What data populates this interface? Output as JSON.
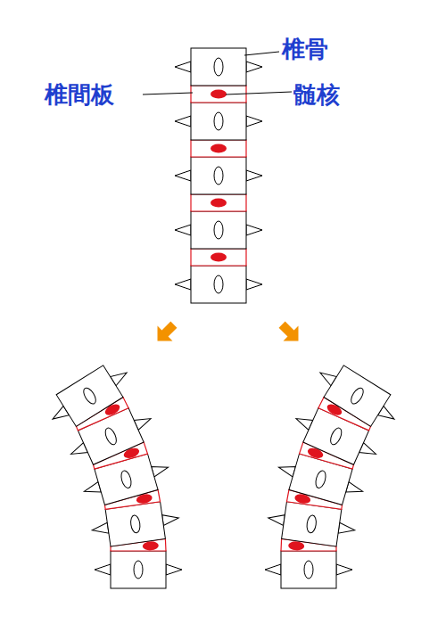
{
  "diagram": {
    "labels": [
      "椎骨",
      "椎間板",
      "髄核"
    ]
  }
}
